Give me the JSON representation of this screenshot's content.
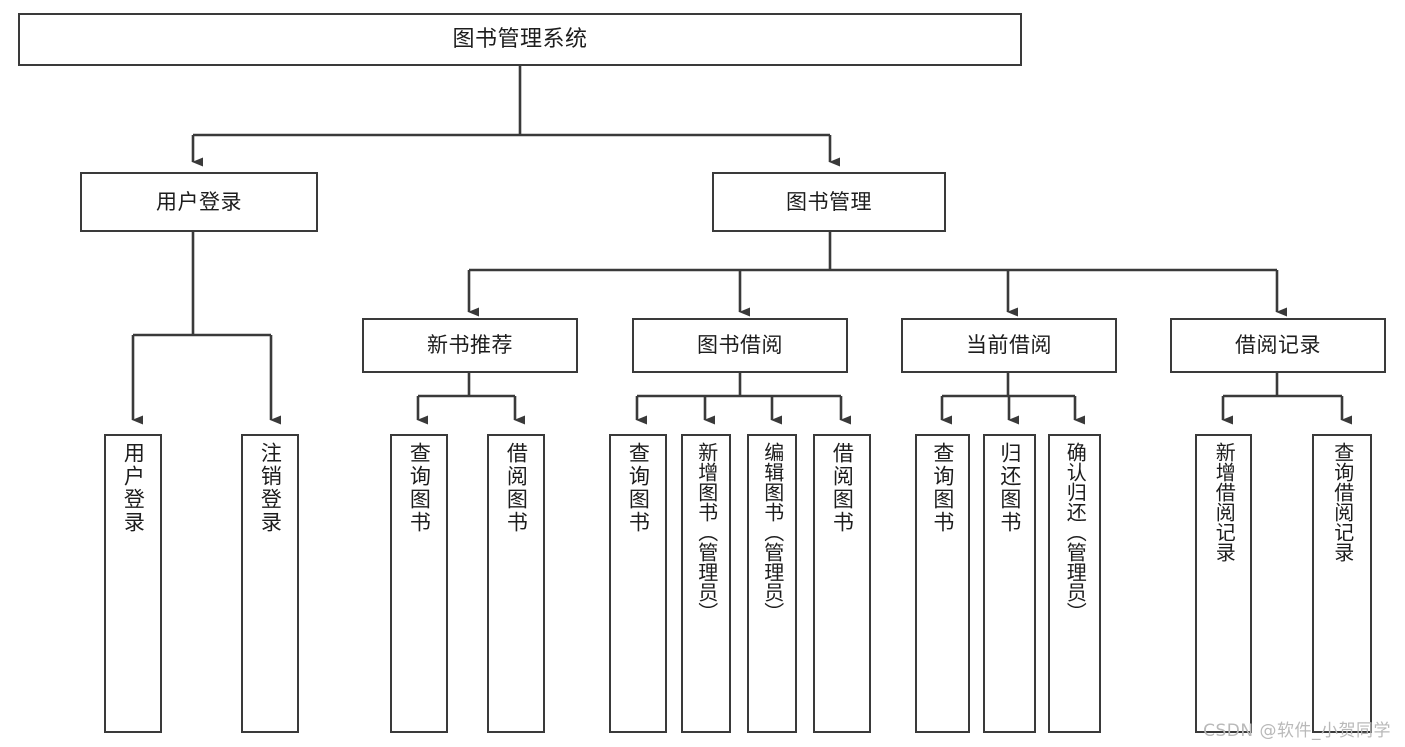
{
  "diagram": {
    "title": "图书管理系统",
    "type": "tree-hierarchy-chart",
    "line_color": "#3a3a3a",
    "box_fill": "#ffffff",
    "text_color": "#1d1d1d",
    "root": {
      "label": "图书管理系统"
    },
    "level1": [
      {
        "label": "用户登录"
      },
      {
        "label": "图书管理"
      }
    ],
    "level2": [
      {
        "label": "新书推荐"
      },
      {
        "label": "图书借阅"
      },
      {
        "label": "当前借阅"
      },
      {
        "label": "借阅记录"
      }
    ],
    "leaves": {
      "user_login": [
        {
          "label": "用户登录"
        },
        {
          "label": "注销登录"
        }
      ],
      "new_book_recommend": [
        {
          "label": "查询图书"
        },
        {
          "label": "借阅图书"
        }
      ],
      "book_borrow": [
        {
          "label": "查询图书"
        },
        {
          "label": "新增图书（管理员）"
        },
        {
          "label": "编辑图书（管理员）"
        },
        {
          "label": "借阅图书"
        }
      ],
      "current_borrow": [
        {
          "label": "查询图书"
        },
        {
          "label": "归还图书"
        },
        {
          "label": "确认归还（管理员）"
        }
      ],
      "borrow_record": [
        {
          "label": "新增借阅记录"
        },
        {
          "label": "查询借阅记录"
        }
      ]
    }
  },
  "watermark": {
    "text": "CSDN @软件_小贺同学",
    "color": "#b9b9b9"
  }
}
